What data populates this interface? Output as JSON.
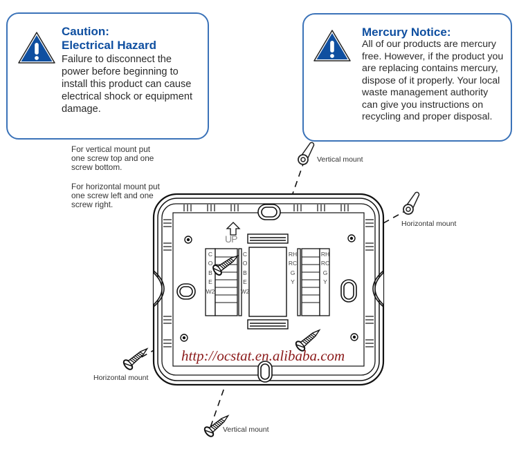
{
  "caution_notice": {
    "title_line1": "Caution:",
    "title_line2": "Electrical Hazard",
    "body": "Failure to disconnect the\npower before beginning to\ninstall this product can cause\nelectrical shock or equipment\ndamage.",
    "icon": "warning-triangle-icon"
  },
  "mercury_notice": {
    "title": "Mercury Notice:",
    "body": "All of our products are mercury\nfree. However, if the product you\nare replacing contains mercury,\ndispose of it properly. Your local\nwaste management authority\ncan give you instructions on\nrecycling and proper disposal.",
    "icon": "warning-triangle-icon"
  },
  "instructions": {
    "vertical": "For vertical mount put\none screw top and one\nscrew bottom.",
    "horizontal": "For horizontal mount put\none screw left and one\nscrew right."
  },
  "labels": {
    "vertical_top": "Vertical mount",
    "horizontal_right": "Horizontal mount",
    "horizontal_left": "Horizontal mount",
    "vertical_bottom": "Vertical mount",
    "up": "UP"
  },
  "terminals": {
    "left_block": [
      "C",
      "O",
      "B",
      "E",
      "W2"
    ],
    "right_block": [
      "RH",
      "RC",
      "G",
      "Y"
    ]
  },
  "watermark": "http://ocstat.en.alibaba.com",
  "colors": {
    "accent_blue": "#0f4fa0",
    "border_blue": "#3a72b8",
    "watermark_red": "#8b1a1a"
  }
}
